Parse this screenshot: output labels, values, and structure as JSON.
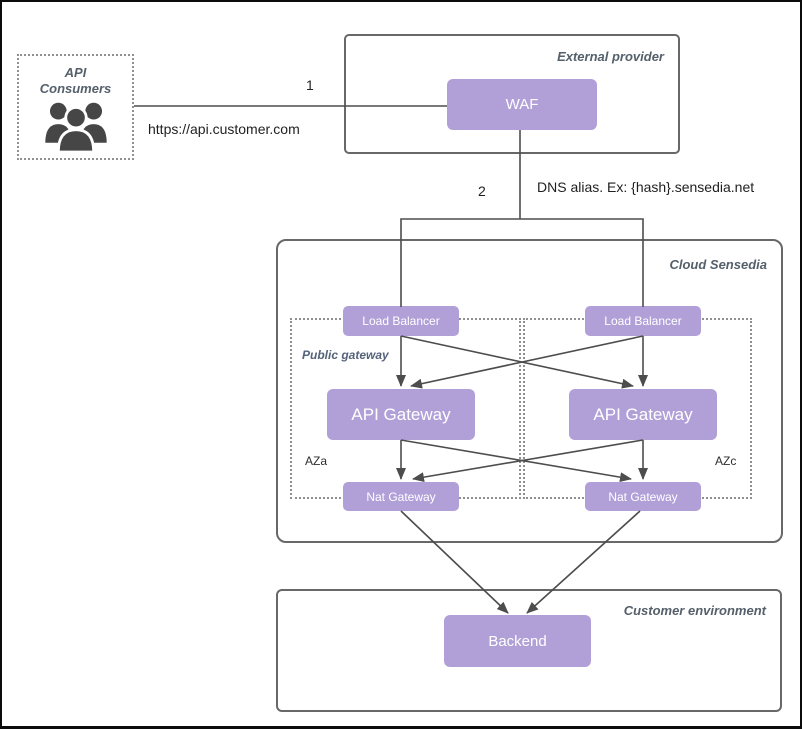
{
  "colors": {
    "node_fill": "#b1a0d8",
    "node_text": "#ffffff",
    "container_border": "#686868",
    "dotted_border": "#909090",
    "line": "#4d4d4d",
    "container_label_text": "#55606b",
    "frame_border": "#0b0b0b"
  },
  "api_consumers": {
    "line1": "API",
    "line2": "Consumers",
    "icon": "group-icon"
  },
  "external_provider": {
    "label": "External provider",
    "waf": "WAF"
  },
  "cloud_sensedia": {
    "label": "Cloud Sensedia",
    "public_gateway_label": "Public gateway",
    "az_left": "AZa",
    "az_right": "AZc",
    "load_balancer_left": "Load Balancer",
    "load_balancer_right": "Load Balancer",
    "api_gateway_left": "API Gateway",
    "api_gateway_right": "API Gateway",
    "nat_gateway_left": "Nat Gateway",
    "nat_gateway_right": "Nat Gateway"
  },
  "customer_environment": {
    "label": "Customer environment",
    "backend": "Backend"
  },
  "edges": {
    "step1_number": "1",
    "step1_label": "https://api.customer.com",
    "step2_number": "2",
    "step2_label": "DNS alias. Ex: {hash}.sensedia.net"
  }
}
